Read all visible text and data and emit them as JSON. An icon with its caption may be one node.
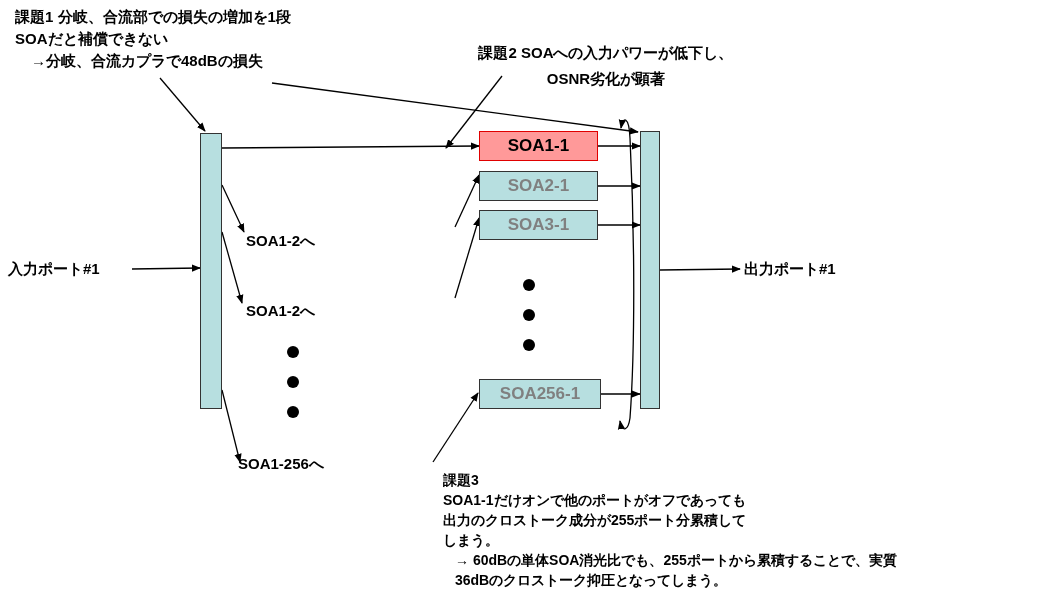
{
  "diagram": {
    "nodes": [
      {
        "text": [
          "課題1 分岐、合流部での損失の増加を1段SOAだと補償できない",
          "→分岐、合流カプラで48dBの損失"
        ]
      },
      {
        "text": [
          "課題2 SOAへの入力パワーが低下し、OSNR劣化が顕著"
        ]
      },
      {
        "text": [
          "入力ポート#1"
        ]
      },
      {
        "text": [],
        "shape": "bar"
      },
      {
        "text": [
          "SOA1-2へ"
        ]
      },
      {
        "text": [
          "SOA1-2へ"
        ]
      },
      {
        "text": [
          "SOA1-256へ"
        ]
      },
      {
        "text": [
          "SOA1-1"
        ]
      },
      {
        "text": [
          "SOA2-1"
        ]
      },
      {
        "text": [
          "SOA3-1"
        ]
      },
      {
        "text": [
          "SOA256-1"
        ]
      },
      {
        "text": [],
        "shape": "bar"
      },
      {
        "text": [
          "出力ポート#1"
        ]
      },
      {
        "text": [
          "課題3",
          "SOA1-1だけオンで他のポートがオフであっても出力のクロストーク成分が255ポート分累積してしまう。",
          "→ 60dBの単体SOA消光比でも、255ポートから累積することで、実質36dBのクロストーク抑圧となってしまう。"
        ]
      }
    ],
    "edges": [
      {
        "from": 2,
        "to": 3,
        "arrow": "to"
      },
      {
        "from": 3,
        "to": 7,
        "arrow": "to"
      },
      {
        "from": 3,
        "to": 4,
        "arrow": "to"
      },
      {
        "from": 3,
        "to": 5,
        "arrow": "to"
      },
      {
        "from": 3,
        "to": 6,
        "arrow": "to"
      },
      {
        "from": 0,
        "to": 3,
        "arrow": "to"
      },
      {
        "from": 0,
        "to": 11,
        "arrow": "to"
      },
      {
        "from": 1,
        "to": null,
        "arrow": "to"
      },
      {
        "from": null,
        "to": 8,
        "arrow": "to"
      },
      {
        "from": null,
        "to": 9,
        "arrow": "to"
      },
      {
        "from": 13,
        "to": 10,
        "arrow": "to"
      },
      {
        "from": 7,
        "to": 11,
        "arrow": "to"
      },
      {
        "from": 8,
        "to": 11,
        "arrow": "to"
      },
      {
        "from": 9,
        "to": 11,
        "arrow": "to"
      },
      {
        "from": 10,
        "to": 11,
        "arrow": "to"
      },
      {
        "from": 11,
        "to": 12,
        "arrow": "to"
      }
    ]
  }
}
